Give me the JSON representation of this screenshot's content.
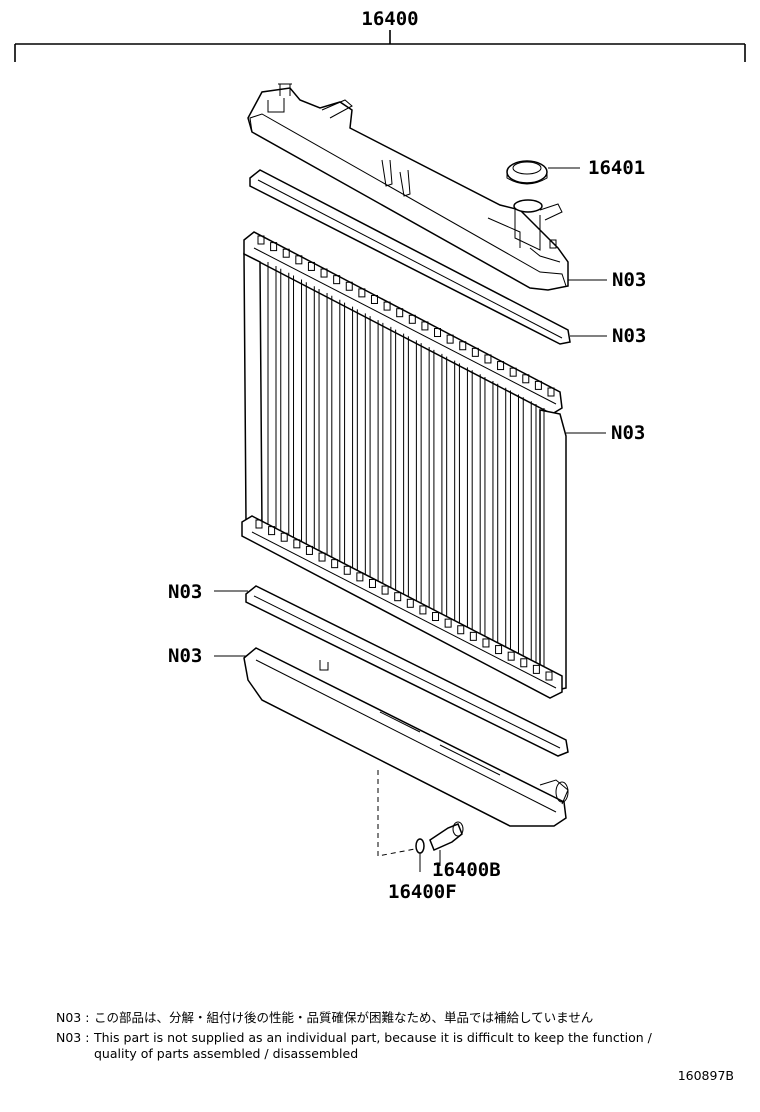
{
  "labels": {
    "assembly": "16400",
    "cap": "16401",
    "upper_tank": "N03",
    "upper_gasket": "N03",
    "core": "N03",
    "lower_gasket": "N03",
    "lower_tank": "N03",
    "drain_cock": "16400B",
    "drain_oring": "16400F"
  },
  "notes": {
    "jp_prefix": "N03 :",
    "jp_text": "この部品は、分解・組付け後の性能・品質確保が困難なため、単品では補給していません",
    "en_prefix": "N03 :",
    "en_line1": "This part is not supplied as an individual part, because it is difficult to keep the function /",
    "en_line2": "quality of parts assembled / disassembled"
  },
  "figure_id": "160897B"
}
